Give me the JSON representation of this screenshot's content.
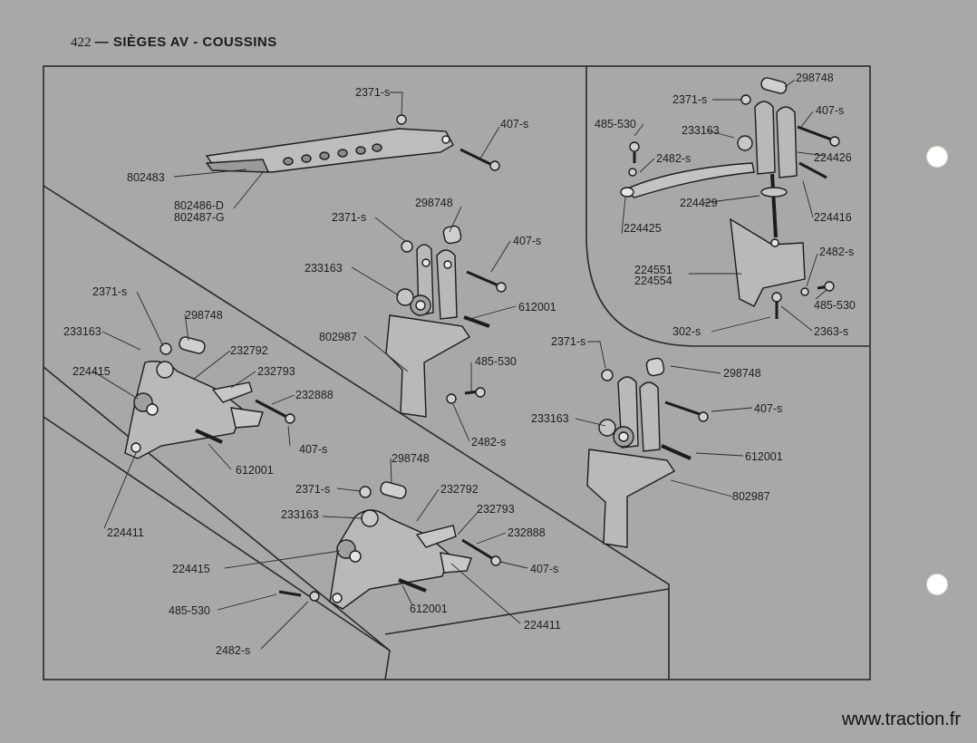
{
  "header": {
    "page_number": "422",
    "section_title": "SIÈGES AV - COUSSINS"
  },
  "watermark": "www.traction.fr",
  "labels": {
    "l_2371_a": "2371-s",
    "l_407_a": "407-s",
    "l_802483": "802483",
    "l_802486": "802486-D",
    "l_802487": "802487-G",
    "l_298748_a": "298748",
    "l_2371_b": "2371-s",
    "l_407_b": "407-s",
    "l_233163_a": "233163",
    "l_612001_a": "612001",
    "l_802987_a": "802987",
    "l_485_a": "485-530",
    "l_2482_a": "2482-s",
    "l_2371_c": "2371-s",
    "l_298748_b": "298748",
    "l_233163_b": "233163",
    "l_232792_a": "232792",
    "l_224415_a": "224415",
    "l_232793_a": "232793",
    "l_232888_a": "232888",
    "l_407_c": "407-s",
    "l_612001_b": "612001",
    "l_224411_a": "224411",
    "l_298748_c": "298748",
    "l_2371_d": "2371-s",
    "l_232792_b": "232792",
    "l_233163_c": "233163",
    "l_232793_b": "232793",
    "l_232888_b": "232888",
    "l_224415_b": "224415",
    "l_407_d": "407-s",
    "l_485_b": "485-530",
    "l_612001_c": "612001",
    "l_224411_b": "224411",
    "l_2482_b": "2482-s",
    "l_298748_d": "298748",
    "l_2371_e": "2371-s",
    "l_407_e": "407-s",
    "l_485_c": "485-530",
    "l_233163_d": "233163",
    "l_2482_c": "2482-s",
    "l_224426": "224426",
    "l_224429": "224429",
    "l_224416": "224416",
    "l_224425": "224425",
    "l_224551": "224551",
    "l_224554": "224554",
    "l_2482_d": "2482-s",
    "l_485_d": "485-530",
    "l_302": "302-s",
    "l_2363": "2363-s",
    "l_2371_f": "2371-s",
    "l_298748_e": "298748",
    "l_407_f": "407-s",
    "l_233163_e": "233163",
    "l_612001_d": "612001",
    "l_802987_b": "802987"
  }
}
